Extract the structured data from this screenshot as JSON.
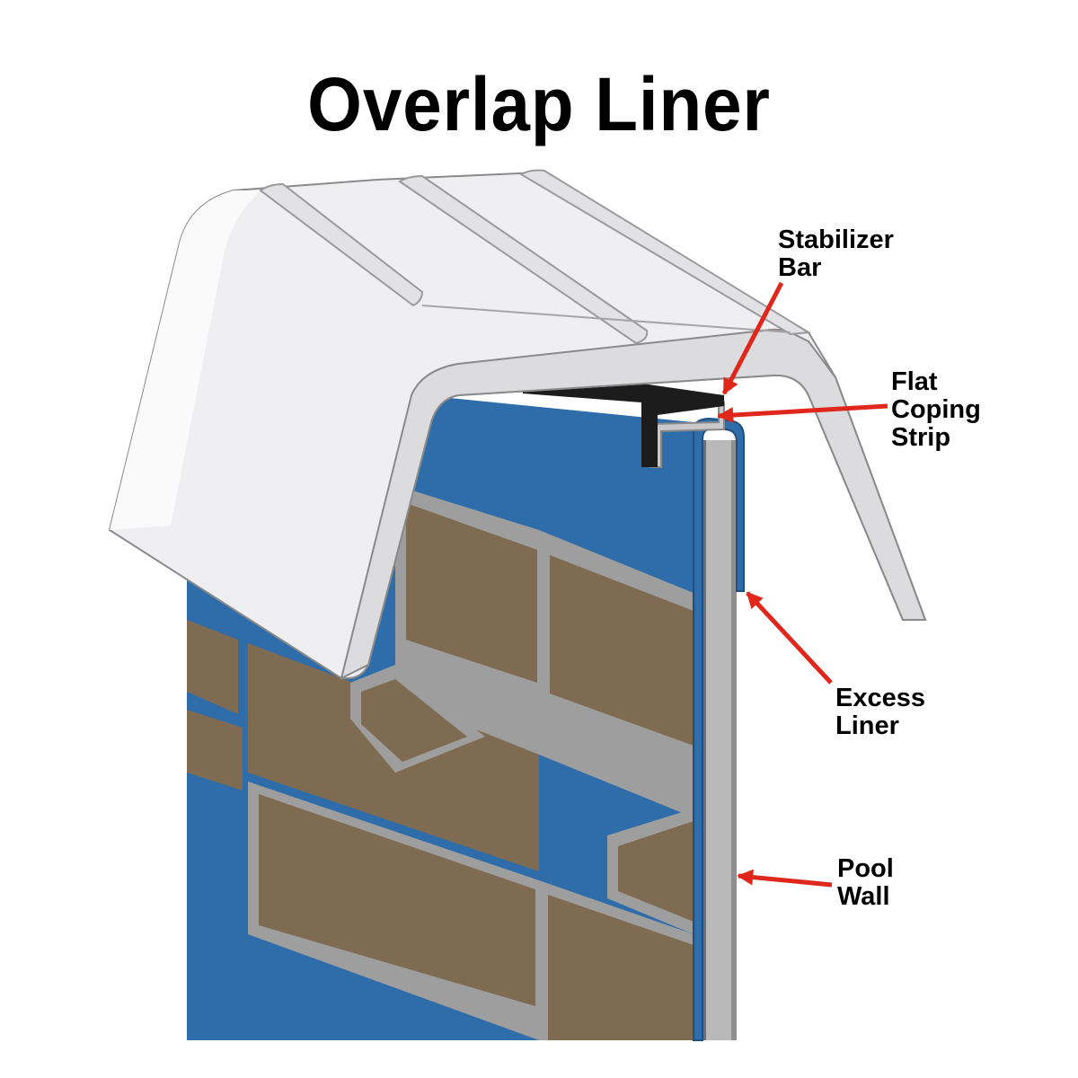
{
  "title": "Overlap Liner",
  "labels": {
    "stabilizer_bar": [
      "Stabilizer",
      "Bar"
    ],
    "flat_coping_strip": [
      "Flat",
      "Coping",
      "Strip"
    ],
    "excess_liner": [
      "Excess",
      "Liner"
    ],
    "pool_wall": [
      "Pool",
      "Wall"
    ]
  },
  "colors": {
    "liner_blue": "#2E6DAA",
    "brick_tan": "#7E6B51",
    "wall_gray": "#9C9C9C",
    "cap_white": "#EFEFF1",
    "bar_black": "#1C1C1C",
    "arrow_red": "#E0271B"
  },
  "icons": {
    "arrow": "red-arrow-icon"
  }
}
